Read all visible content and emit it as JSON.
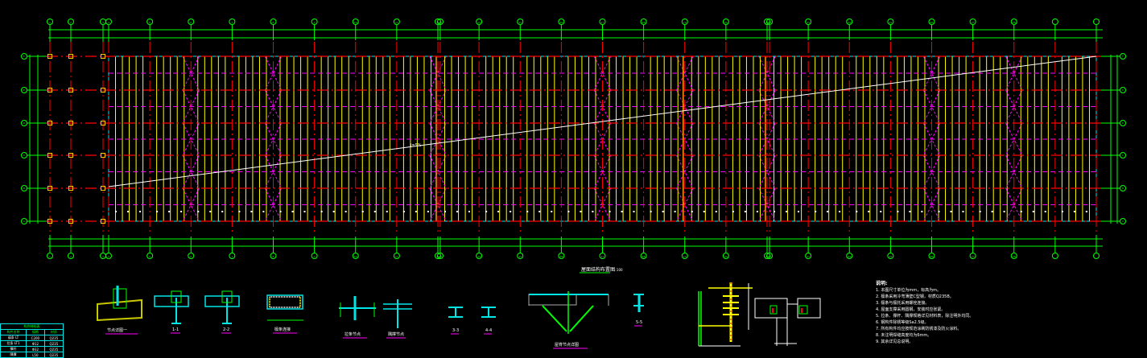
{
  "drawing": {
    "title": "屋面结构布置图",
    "scale": "1:100",
    "slope_label": "i=5%",
    "top_axis_labels": [
      "1",
      "2",
      "3",
      "4",
      "5",
      "6",
      "7",
      "8",
      "9",
      "10",
      "11",
      "12",
      "13",
      "14",
      "15",
      "16",
      "17",
      "18",
      "19",
      "20",
      "21",
      "22",
      "23",
      "24",
      "25",
      "26",
      "27",
      "28"
    ],
    "side_axis_labels": [
      "F",
      "E",
      "D",
      "C",
      "B",
      "A"
    ],
    "colors": {
      "grid": "#00ff00",
      "axis": "#ff0000",
      "purlin": "#ffff00",
      "brace": "#ff00ff",
      "beam": "#00e5e5",
      "column": "#ff9900",
      "background": "#000000"
    }
  },
  "details": [
    {
      "label": "节点详图一"
    },
    {
      "label": "1-1"
    },
    {
      "label": "2-2"
    },
    {
      "label": "檩条连接"
    },
    {
      "label": "拉条节点"
    },
    {
      "label": "隅撑节点"
    },
    {
      "label": "3-3"
    },
    {
      "label": "4-4"
    },
    {
      "label": "屋脊节点详图"
    },
    {
      "label": "5-5"
    }
  ],
  "notes": {
    "header": "说明:",
    "items": [
      "1. 本图尺寸单位为mm，标高为m。",
      "2. 檩条采用冷弯薄壁C型钢，材质Q235B。",
      "3. 檩条与檩托采用螺栓连接。",
      "4. 屋面支撑采用圆钢，安装时应张紧。",
      "5. 拉条、撑杆、隅撑规格详见材料表，除注明外均同。",
      "6. 钢构件除锈等级Sa2.5级。",
      "7. 所有构件均应按规范涂刷防锈漆及防火涂料。",
      "8. 未注明焊缝高度均为6mm。",
      "9. 其余详见总说明。"
    ]
  },
  "table": {
    "title": "构件材料表",
    "headers": [
      "构件名称",
      "规格",
      "材质"
    ],
    "rows": [
      [
        "檩条 LT",
        "C200",
        "Q235"
      ],
      [
        "拉条 LT1",
        "Φ12",
        "Q235"
      ],
      [
        "撑杆",
        "Φ32",
        "Q235"
      ],
      [
        "隅撑",
        "L50",
        "Q235"
      ]
    ]
  }
}
